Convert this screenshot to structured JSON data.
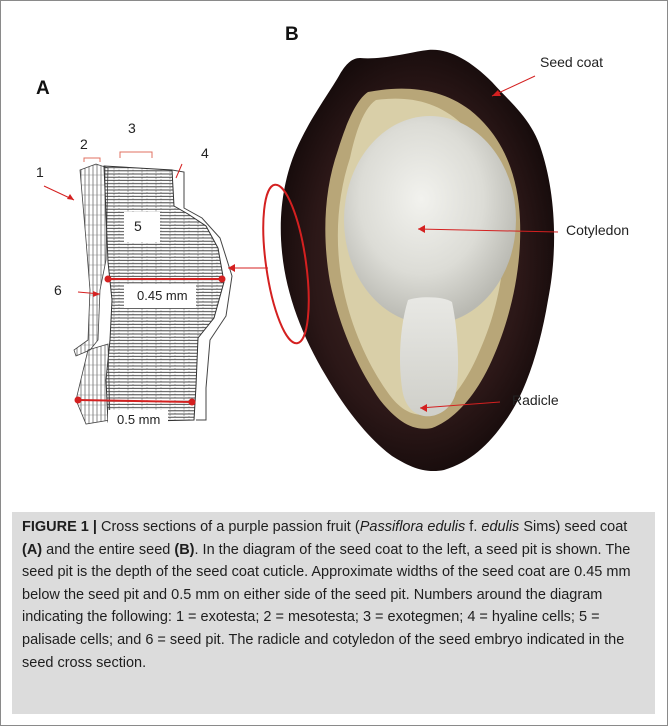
{
  "figure": {
    "panel_a_letter": "A",
    "panel_b_letter": "B",
    "panel_a_labels": {
      "n1": "1",
      "n2": "2",
      "n3": "3",
      "n4": "4",
      "n5": "5",
      "n6": "6",
      "measure_upper": "0.45 mm",
      "measure_lower": "0.5 mm"
    },
    "panel_b_labels": {
      "seed_coat": "Seed coat",
      "cotyledon": "Cotyledon",
      "radicle": "Radicle"
    },
    "annotation_color": "#d42020"
  },
  "caption": {
    "label": "FIGURE 1 |",
    "text_1": " Cross sections of a purple passion fruit (",
    "species": "Passiflora edulis",
    "text_2": " f. ",
    "form": "edulis",
    "text_3": " Sims) seed coat ",
    "ref_a": "(A)",
    "text_4": " and the entire seed ",
    "ref_b": "(B)",
    "text_5": ". In the diagram of the seed coat to the left, a seed pit is shown. The seed pit is the depth of the seed coat cuticle. Approximate widths of the seed coat are 0.45 mm below the seed pit and 0.5 mm on either side of the seed pit. Numbers around the diagram indicating the following: 1 = exotesta; 2 = mesotesta; 3 = exotegmen; 4 = hyaline cells; 5 = palisade cells; and 6 = seed pit. The radicle and cotyledon of the seed embryo indicated in the seed cross section."
  }
}
